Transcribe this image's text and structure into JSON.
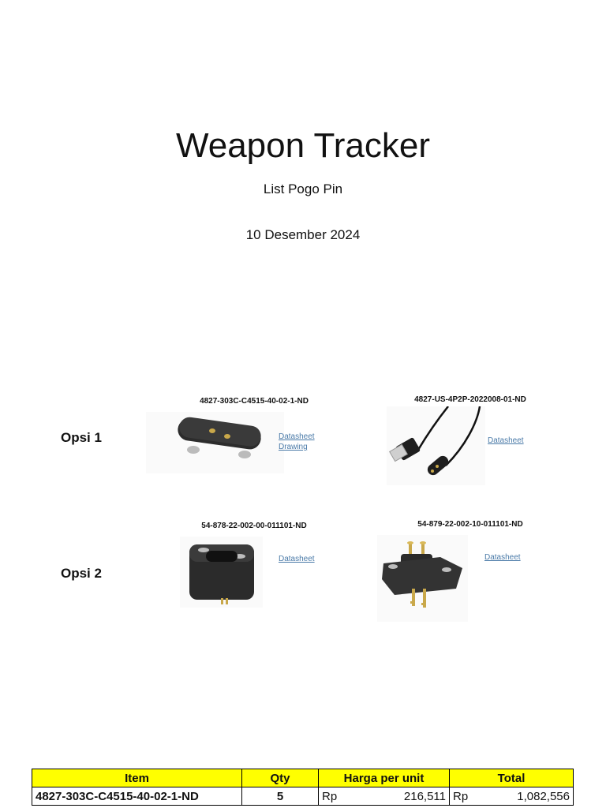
{
  "header": {
    "title": "Weapon Tracker",
    "subtitle": "List Pogo Pin",
    "date": "10 Desember 2024"
  },
  "options": [
    {
      "label": "Opsi 1",
      "parts": [
        {
          "part_no": "4827-303C-C4515-40-02-1-ND",
          "links": [
            "Datasheet",
            "Drawing"
          ]
        },
        {
          "part_no": "4827-US-4P2P-2022008-01-ND",
          "links": [
            "Datasheet"
          ]
        }
      ]
    },
    {
      "label": "Opsi 2",
      "parts": [
        {
          "part_no": "54-878-22-002-00-011101-ND",
          "links": [
            "Datasheet"
          ]
        },
        {
          "part_no": "54-879-22-002-10-011101-ND",
          "links": [
            "Datasheet"
          ]
        }
      ]
    }
  ],
  "table": {
    "headers": [
      "Item",
      "Qty",
      "Harga per unit",
      "Total"
    ],
    "rows": [
      {
        "item": "4827-303C-C4515-40-02-1-ND",
        "qty": "5",
        "currency": "Rp",
        "unit_price": "216,511",
        "total_currency": "Rp",
        "total": "1,082,556"
      }
    ]
  },
  "colors": {
    "header_fill": "#ffff00",
    "link": "#4a7aa8"
  }
}
